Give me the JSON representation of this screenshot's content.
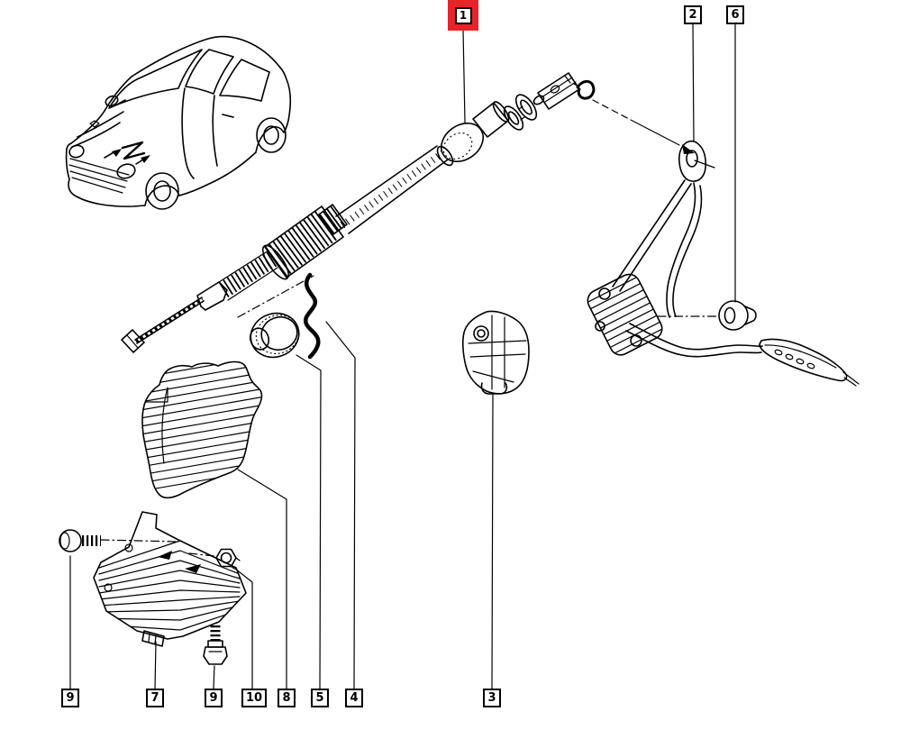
{
  "colors": {
    "highlight_red": "#e8232a",
    "line_black": "#000000",
    "background": "#ffffff"
  },
  "callouts": {
    "c1": {
      "label": "1",
      "highlighted": true
    },
    "c2": {
      "label": "2",
      "highlighted": false
    },
    "c6": {
      "label": "6",
      "highlighted": false
    },
    "c9a": {
      "label": "9",
      "highlighted": false
    },
    "c7": {
      "label": "7",
      "highlighted": false
    },
    "c9b": {
      "label": "9",
      "highlighted": false
    },
    "c10": {
      "label": "10",
      "highlighted": false
    },
    "c8": {
      "label": "8",
      "highlighted": false
    },
    "c5": {
      "label": "5",
      "highlighted": false
    },
    "c4": {
      "label": "4",
      "highlighted": false
    },
    "c3": {
      "label": "3",
      "highlighted": false
    }
  }
}
